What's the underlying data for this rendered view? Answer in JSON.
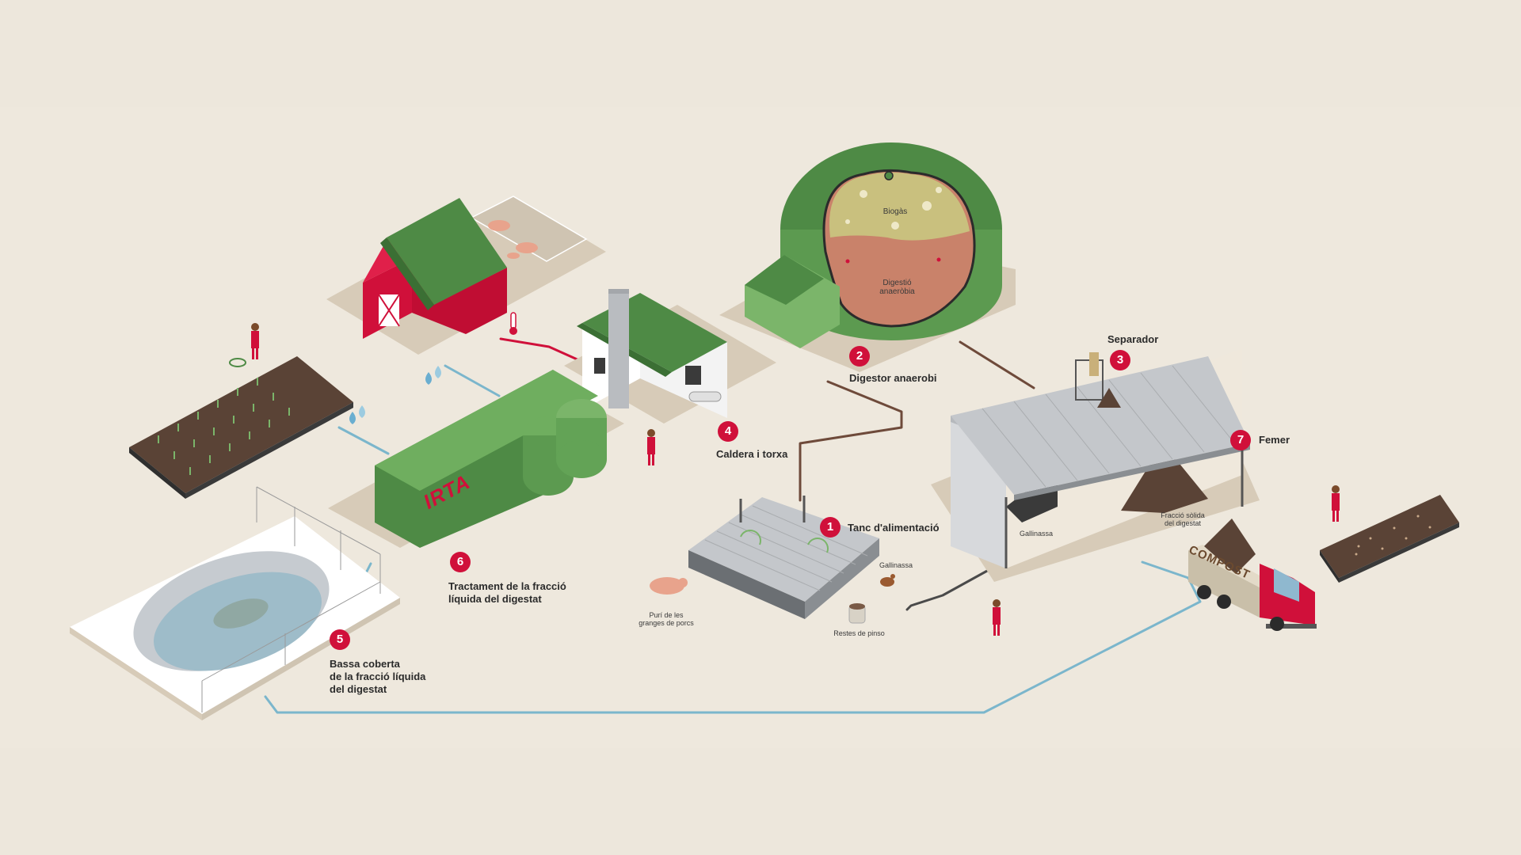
{
  "colors": {
    "background": "#ede7dc",
    "ground": "#d7cbb8",
    "accent_red": "#d0103a",
    "green_dark": "#4e8a45",
    "green_light": "#7bb56a",
    "soil": "#5a4336",
    "water": "#6aaed0",
    "pipe_brown": "#6e4a3a",
    "pipe_red": "#d0103a",
    "pipe_blue": "#7bb6cc",
    "roof_grey": "#c4c7cb"
  },
  "labels": {
    "step1": {
      "number": "1",
      "text": "Tanc d'alimentació"
    },
    "step2": {
      "number": "2",
      "text": "Digestor anaerobi"
    },
    "step3": {
      "number": "3",
      "text": "Separador"
    },
    "step4": {
      "number": "4",
      "text": "Caldera i torxa"
    },
    "step5": {
      "number": "5",
      "text": "Bassa coberta\nde la fracció líquida\ndel digestat"
    },
    "step6": {
      "number": "6",
      "text": "Tractament de la fracció\nlíquida del digestat"
    },
    "step7": {
      "number": "7",
      "text": "Femer"
    }
  },
  "digester": {
    "biogas": "Biogàs",
    "digestion": "Digestió\nanaeròbia"
  },
  "inputs": {
    "puri": "Purí de les\ngranges de porcs",
    "gallinassa_input": "Gallinassa",
    "restes": "Restes de pinso"
  },
  "femer": {
    "gallinassa": "Gallinassa",
    "fraccio_solida": "Fracció sòlida\ndel digestat"
  },
  "brand_text": "IRTA",
  "truck_text": "COMPOST",
  "icons": [
    "thermometer-icon",
    "water-drop-icon"
  ]
}
